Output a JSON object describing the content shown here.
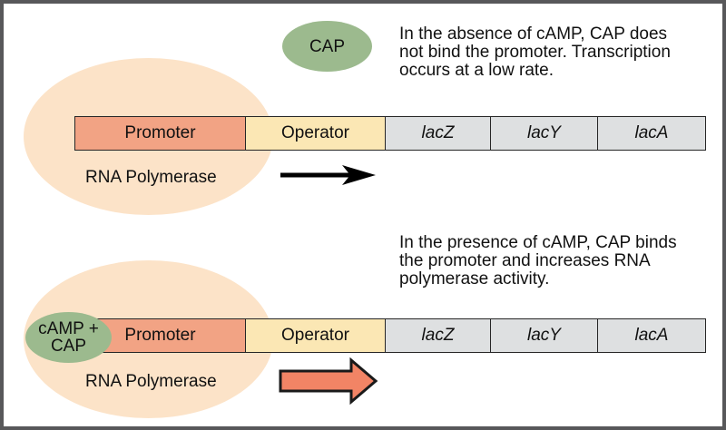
{
  "top_section": {
    "cap_ellipse_label": "CAP",
    "description": "In the absence of cAMP, CAP does\nnot bind the promoter. Transcription\noccurs at a low rate.",
    "rna_polymerase_label": "RNA Polymerase",
    "arrow_meaning": "transcription occurs at a low rate"
  },
  "bottom_section": {
    "cap_ellipse_label": "cAMP +\nCAP",
    "description": "In the presence of cAMP, CAP binds\nthe promoter and increases RNA\npolymerase activity.",
    "rna_polymerase_label": "RNA Polymerase",
    "arrow_meaning": "increased RNA polymerase activity"
  },
  "operon": {
    "segments": [
      {
        "label": "Promoter",
        "fill": "#f2a384"
      },
      {
        "label": "Operator",
        "fill": "#fbe7b4"
      },
      {
        "label": "lacZ",
        "fill": "#dee0e1"
      },
      {
        "label": "lacY",
        "fill": "#dee0e1"
      },
      {
        "label": "lacA",
        "fill": "#dee0e1"
      }
    ]
  },
  "colors": {
    "frame_border": "#58585a",
    "rna_polymerase_ellipse": "#fce3c8",
    "cap_ellipse": "#9cba8e",
    "block_arrow_fill": "#f28465",
    "plain_arrow": "#000000"
  }
}
